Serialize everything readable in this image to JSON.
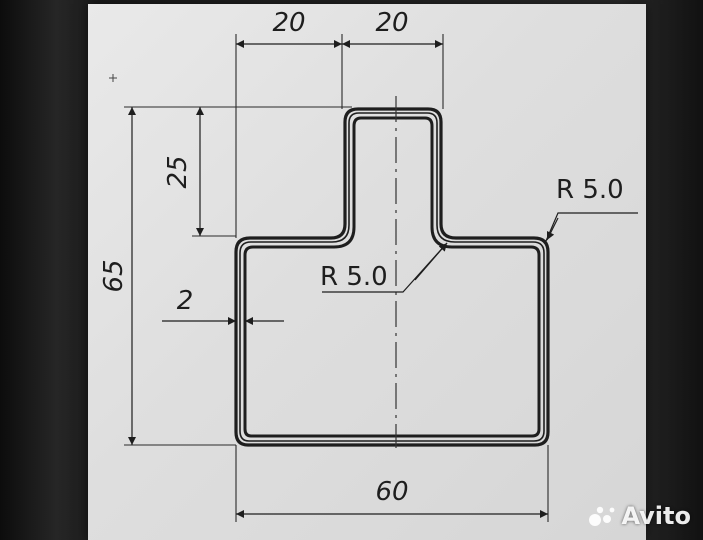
{
  "drawing": {
    "dimensions": {
      "top_left_width": "20",
      "top_right_width": "20",
      "stem_height": "25",
      "total_height": "65",
      "wall_thickness": "2",
      "base_width": "60"
    },
    "radii": {
      "outer_corner": "R 5.0",
      "inner_fillet": "R 5.0"
    },
    "colors": {
      "paper": "#e0e0e0",
      "ink": "#1e1e1e"
    }
  },
  "watermark": {
    "text": "Avito"
  }
}
